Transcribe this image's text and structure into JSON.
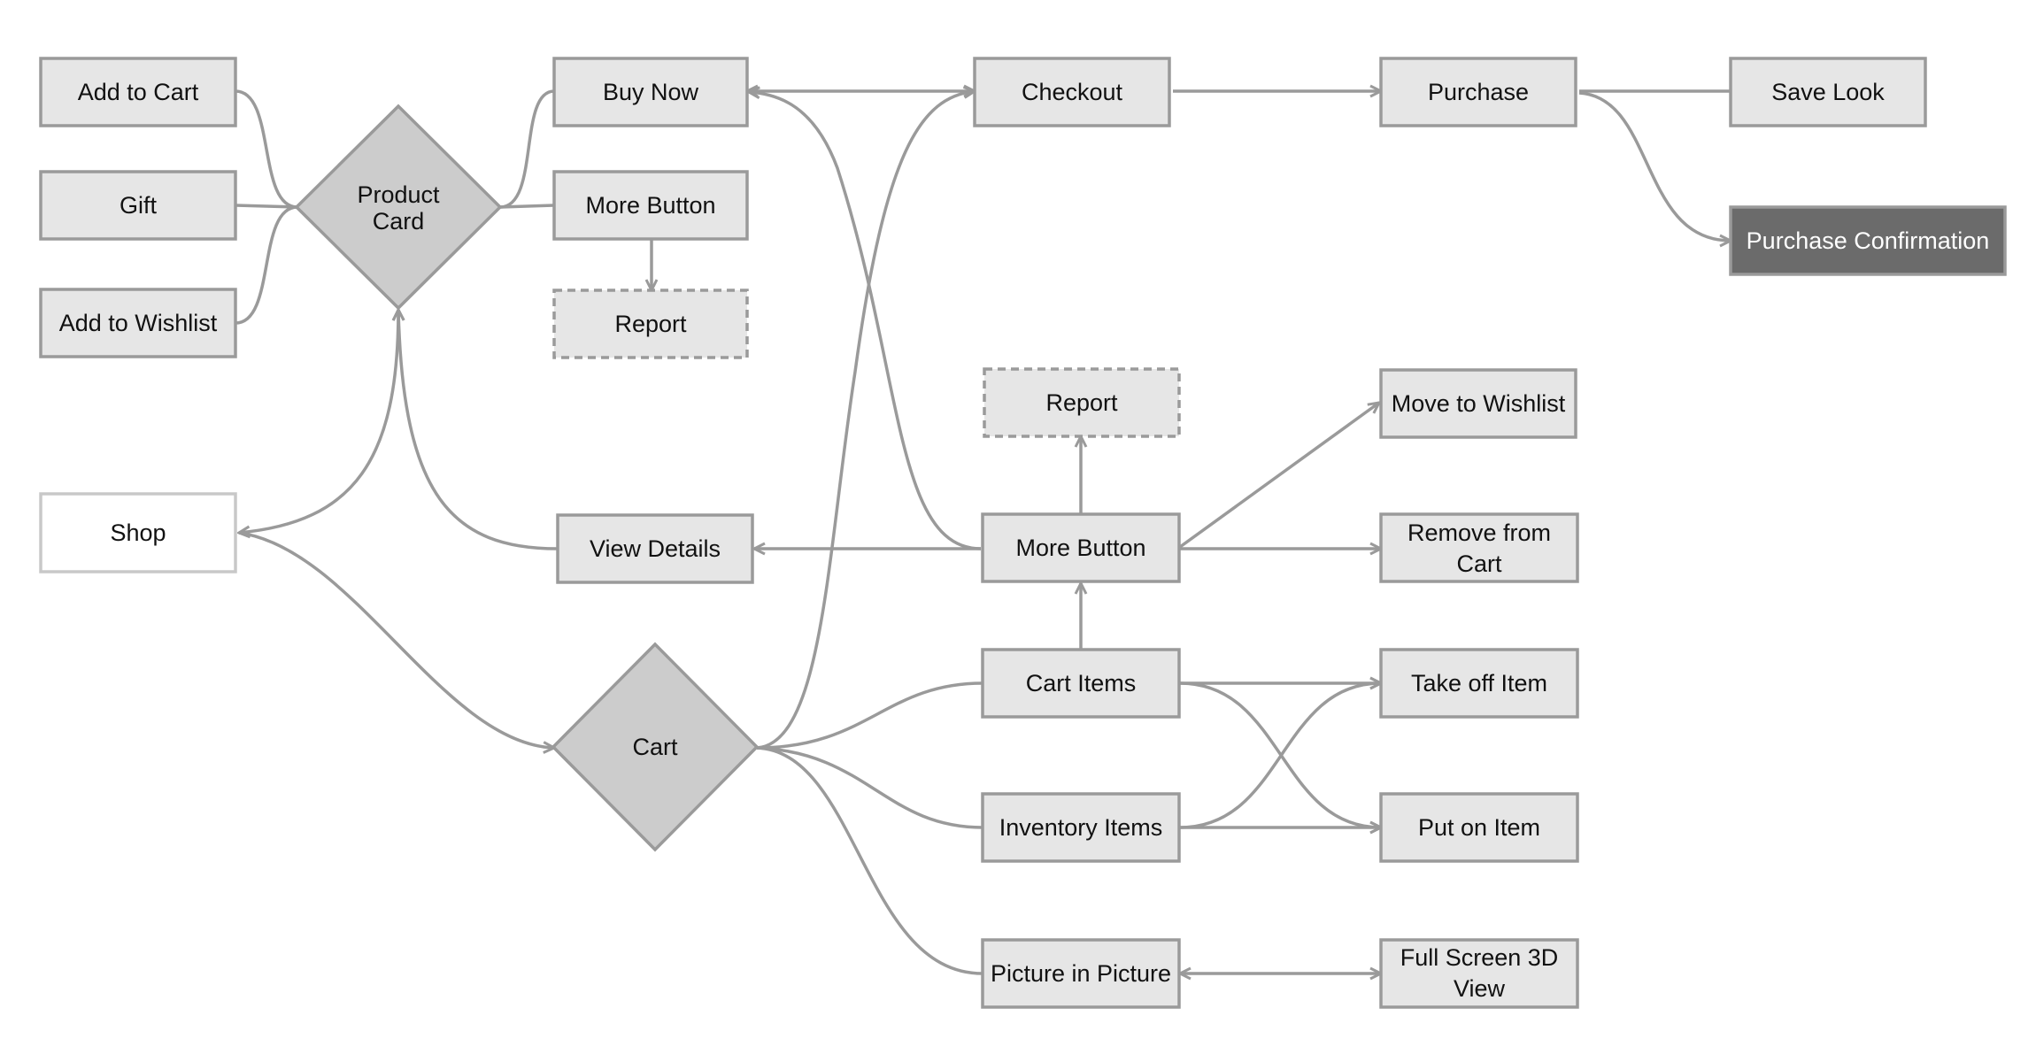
{
  "colors": {
    "node_fill": "#e6e6e6",
    "node_stroke": "#9a9a9a",
    "diamond_fill": "#cccccc",
    "edge": "#9a9a9a",
    "dark_fill": "#6b6b6b",
    "shop_fill": "#ffffff",
    "shop_stroke": "#c8c8c8"
  },
  "nodes": {
    "add_to_cart": "Add to Cart",
    "gift": "Gift",
    "add_to_wishlist": "Add to Wishlist",
    "product_card_1": "Product",
    "product_card_2": "Card",
    "buy_now": "Buy Now",
    "more_button_top": "More Button",
    "report_top": "Report",
    "checkout": "Checkout",
    "purchase": "Purchase",
    "save_look": "Save Look",
    "purchase_confirmation": "Purchase Confirmation",
    "report_mid": "Report",
    "move_to_wishlist": "Move to Wishlist",
    "shop": "Shop",
    "view_details": "View Details",
    "more_button_mid": "More Button",
    "remove_from_cart_1": "Remove from",
    "remove_from_cart_2": "Cart",
    "cart": "Cart",
    "cart_items": "Cart Items",
    "take_off_item": "Take off Item",
    "inventory_items": "Inventory Items",
    "put_on_item": "Put on Item",
    "picture_in_picture": "Picture in Picture",
    "full_screen_1": "Full Screen 3D",
    "full_screen_2": "View"
  }
}
